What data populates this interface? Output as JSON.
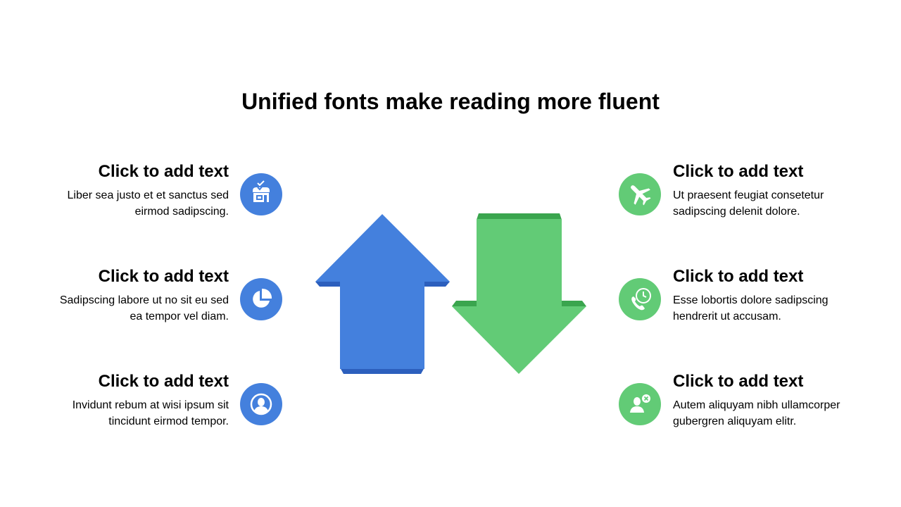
{
  "title": "Unified fonts make reading more fluent",
  "colors": {
    "blue": "#4480dd",
    "blue_dark": "#2c5fbd",
    "green": "#62cb76",
    "green_dark": "#3aa54e",
    "text": "#000000"
  },
  "left_items": [
    {
      "heading": "Click to add text",
      "body_line1": "Liber sea justo et et sanctus sed",
      "body_line2": "eirmod sadipscing.",
      "icon": "shop-icon"
    },
    {
      "heading": "Click to add text",
      "body_line1": "Sadipscing labore ut no sit eu sed",
      "body_line2": "ea tempor vel diam.",
      "icon": "pie-chart-icon"
    },
    {
      "heading": "Click to add text",
      "body_line1": "Invidunt rebum at wisi ipsum sit",
      "body_line2": "tincidunt eirmod tempor.",
      "icon": "user-icon"
    }
  ],
  "right_items": [
    {
      "heading": "Click to add text",
      "body_line1": "Ut praesent feugiat consetetur",
      "body_line2": "sadipscing delenit dolore.",
      "icon": "airplane-icon"
    },
    {
      "heading": "Click to add text",
      "body_line1": "Esse lobortis dolore sadipscing",
      "body_line2": "hendrerit ut accusam.",
      "icon": "phone-clock-icon"
    },
    {
      "heading": "Click to add text",
      "body_line1": "Autem aliquyam nibh ullamcorper",
      "body_line2": "gubergren aliquyam elitr.",
      "icon": "user-remove-icon"
    }
  ]
}
